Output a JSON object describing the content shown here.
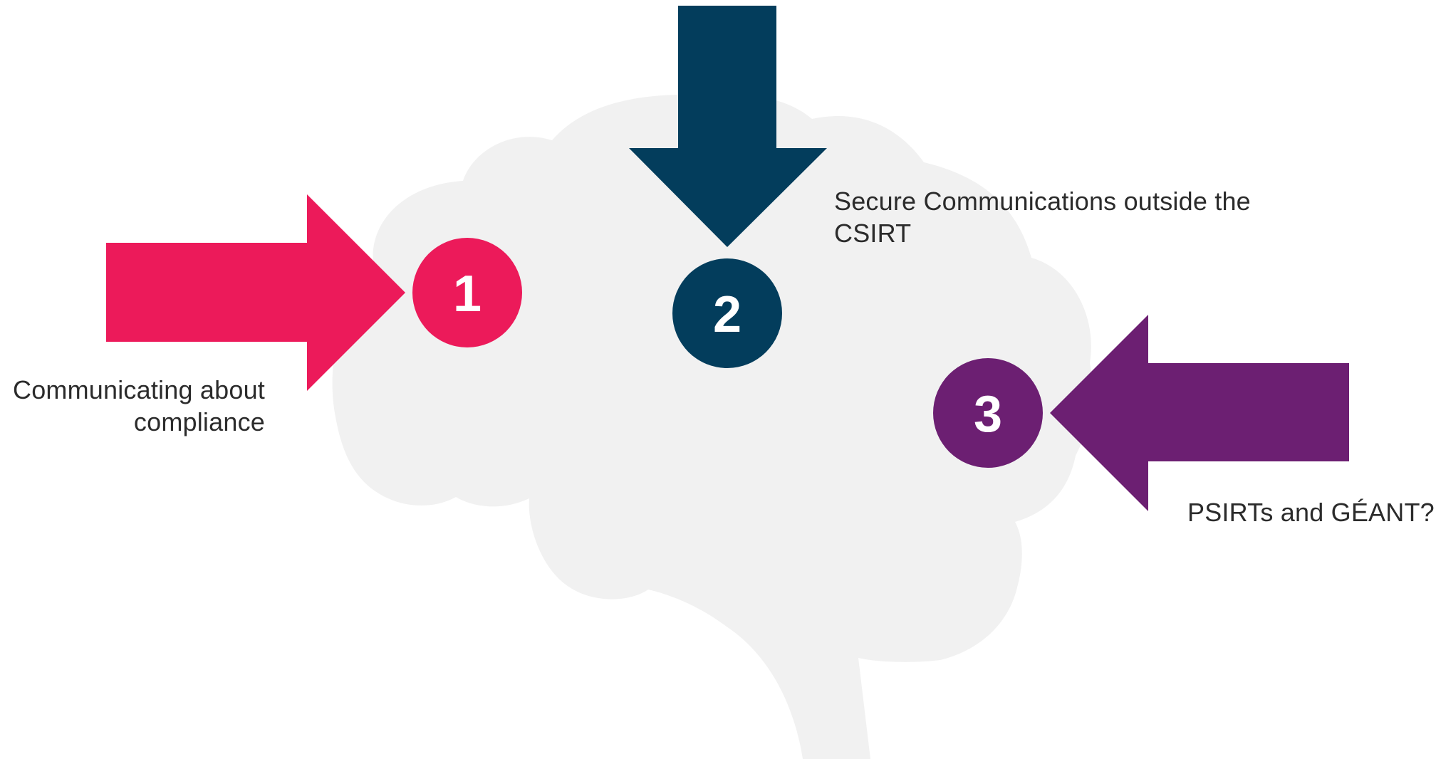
{
  "diagram": {
    "background_shape": "brain-silhouette",
    "colors": {
      "brain": "#f1f1f1",
      "item_1": "#ec1a5a",
      "item_2": "#033d5c",
      "item_3": "#6c1f72",
      "text": "#2b2b2b"
    },
    "items": [
      {
        "number": "1",
        "arrow_direction": "right",
        "caption_lines": [
          "Communicating about",
          "compliance"
        ]
      },
      {
        "number": "2",
        "arrow_direction": "down",
        "caption_lines": [
          "Secure Communications outside the",
          "CSIRT"
        ]
      },
      {
        "number": "3",
        "arrow_direction": "left",
        "caption_lines": [
          "PSIRTs and GÉANT?"
        ]
      }
    ]
  }
}
